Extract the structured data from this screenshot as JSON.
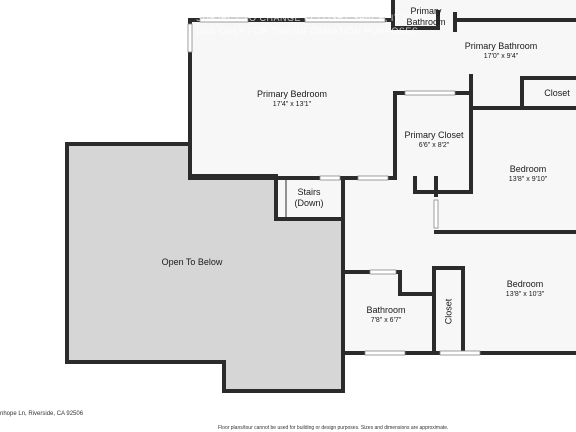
{
  "rooms": [
    {
      "id": "primary-bathroom-small",
      "name": "Primary\nBathroom",
      "dims": ""
    },
    {
      "id": "primary-bathroom",
      "name": "Primary Bathroom",
      "dims": "17'0\" x 9'4\""
    },
    {
      "id": "closet-top",
      "name": "Closet",
      "dims": ""
    },
    {
      "id": "primary-bedroom",
      "name": "Primary Bedroom",
      "dims": "17'4\" x 13'1\""
    },
    {
      "id": "primary-closet",
      "name": "Primary Closet",
      "dims": "6'6\" x 8'2\""
    },
    {
      "id": "bedroom-1",
      "name": "Bedroom",
      "dims": "13'8\" x 9'10\""
    },
    {
      "id": "stairs",
      "name": "Stairs\n(Down)",
      "dims": ""
    },
    {
      "id": "open-to-below",
      "name": "Open To Below",
      "dims": ""
    },
    {
      "id": "bedroom-2",
      "name": "Bedroom",
      "dims": "13'8\" x 10'3\""
    },
    {
      "id": "closet-side",
      "name": "Closet",
      "dims": ""
    },
    {
      "id": "bathroom",
      "name": "Bathroom",
      "dims": "7'8\" x 6'7\""
    }
  ],
  "watermark": {
    "line1": "SUBJECT TO CHANGE • CLOSET SPACE, IT IS FA",
    "line2": "USE ONLY FOR THE INFORMATION PURPOSES"
  },
  "footer": {
    "address": "nhope Ln, Riverside, CA 92506",
    "disclaimer": "Floor plans/tour cannot be used for building or design purposes. Sizes and dimensions are approximate."
  },
  "colors": {
    "wall": "#2b2b2b",
    "open_fill": "#d6d6d6",
    "floor": "#f7f7f7",
    "window": "#ffffff"
  }
}
